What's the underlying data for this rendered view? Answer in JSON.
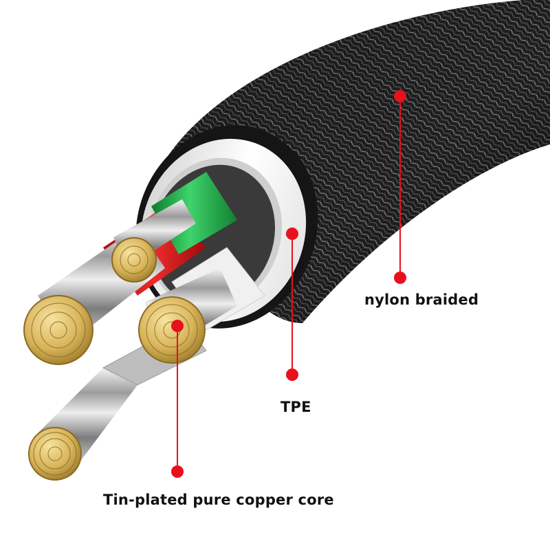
{
  "labels": {
    "nylon": "nylon braided",
    "tpe": "TPE",
    "core": "Tin-plated pure copper core"
  },
  "colors": {
    "callout": "#e8101c",
    "braid": "#1a1a1a",
    "braid_highlight": "#7a7a7a",
    "tpe_sleeve": "#f4f4f4",
    "wire_red": "#d81a1a",
    "wire_green": "#22b24a",
    "wire_white": "#eeeeee",
    "conductor_silver": "#c9c9c9",
    "copper_tip": "#d8b45a"
  },
  "icons": [
    "callout-dot-icon"
  ]
}
